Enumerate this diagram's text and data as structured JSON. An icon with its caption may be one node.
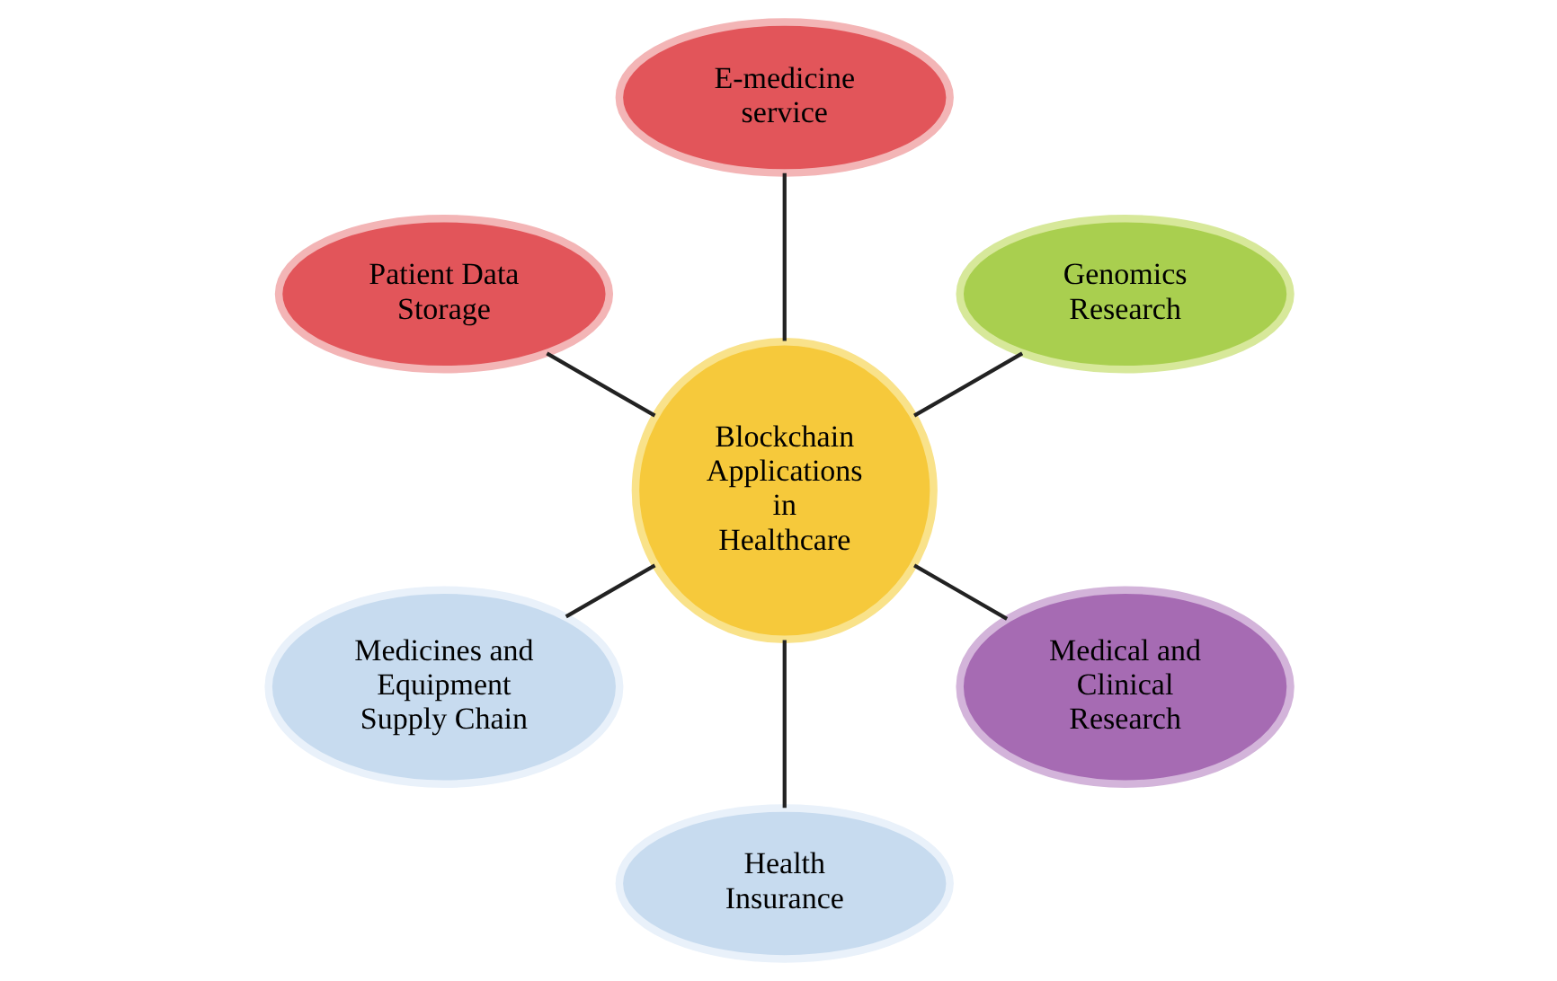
{
  "diagram": {
    "nodes": [
      {
        "text": [
          "Genomics Research"
        ]
      },
      {
        "text": [
          "E-medicine service"
        ]
      },
      {
        "text": [
          "Patient Data Storage"
        ]
      },
      {
        "text": [
          "Blockchain Applications in Healthcare"
        ]
      },
      {
        "text": [
          "Medicines and Equipment Supply Chain"
        ]
      },
      {
        "text": [
          "Health Insurance"
        ]
      },
      {
        "text": [
          "Medical and Clinical Research"
        ]
      }
    ],
    "edges": [
      {
        "from": 3,
        "to": 0,
        "arrow": "none"
      },
      {
        "from": 3,
        "to": 1,
        "arrow": "none"
      },
      {
        "from": 3,
        "to": 2,
        "arrow": "none"
      },
      {
        "from": 3,
        "to": 4,
        "arrow": "none"
      },
      {
        "from": 3,
        "to": 5,
        "arrow": "none"
      },
      {
        "from": 3,
        "to": 6,
        "arrow": "none"
      }
    ]
  }
}
